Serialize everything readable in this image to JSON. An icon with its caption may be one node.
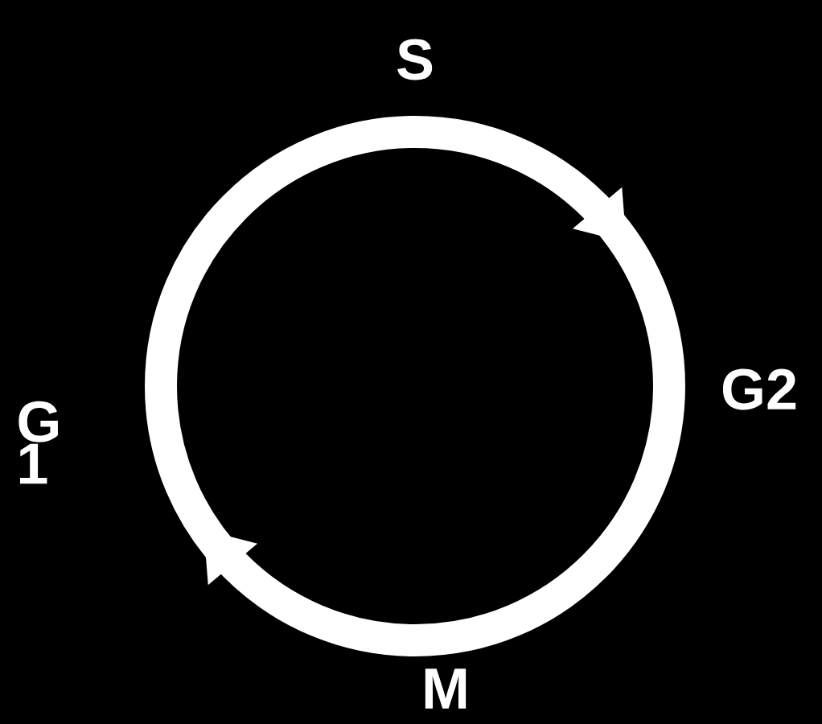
{
  "diagram": {
    "labels": [
      "S",
      "G2",
      "M",
      "G 1"
    ]
  }
}
